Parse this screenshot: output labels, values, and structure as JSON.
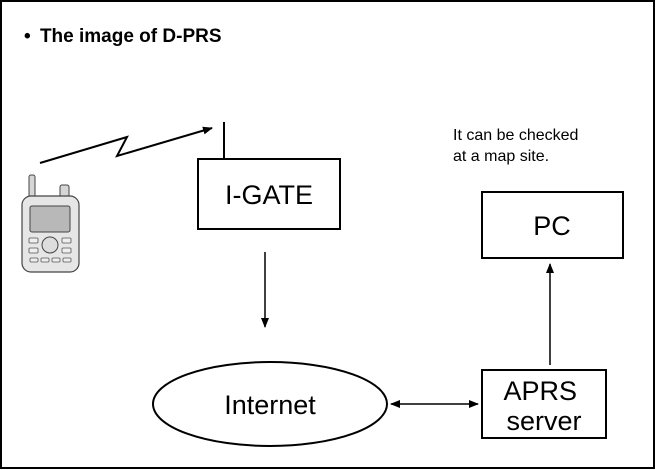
{
  "title": {
    "bullet": "•",
    "text": "The image of D-PRS"
  },
  "radio": {
    "icon": "handheld-radio-icon"
  },
  "igate": {
    "label": "I-GATE"
  },
  "internet": {
    "label": "Internet"
  },
  "aprs_server": {
    "line1": "APRS",
    "line2": "server"
  },
  "pc": {
    "label": "PC"
  },
  "pc_note": {
    "line1": "It can be checked",
    "line2": "at a map site."
  }
}
